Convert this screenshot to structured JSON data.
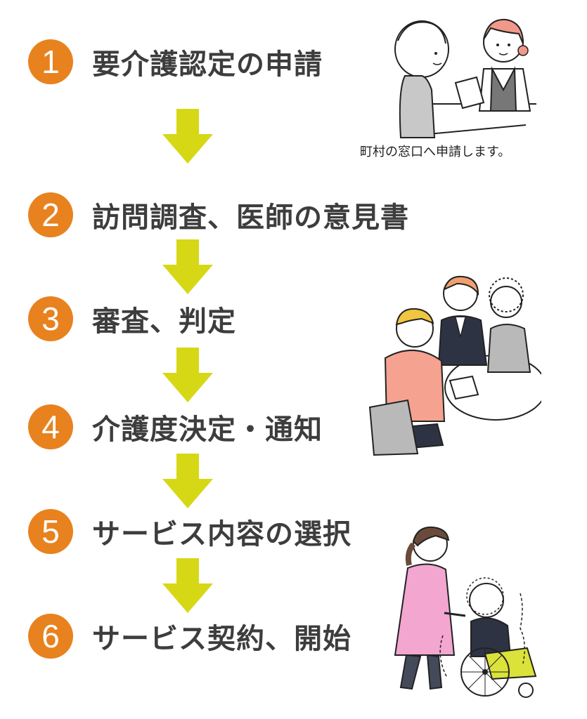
{
  "colors": {
    "badge": "#e8821e",
    "arrow": "#d6d816",
    "text": "#3d3d3d"
  },
  "steps": [
    {
      "num": "1",
      "label": "要介護認定の申請"
    },
    {
      "num": "2",
      "label": "訪問調査、医師の意見書"
    },
    {
      "num": "3",
      "label": "審査、判定"
    },
    {
      "num": "4",
      "label": "介護度決定・通知"
    },
    {
      "num": "5",
      "label": "サービス内容の選択"
    },
    {
      "num": "6",
      "label": "サービス契約、開始"
    }
  ],
  "illustrations": {
    "counter_caption": "町村の窓口へ申請します。"
  }
}
